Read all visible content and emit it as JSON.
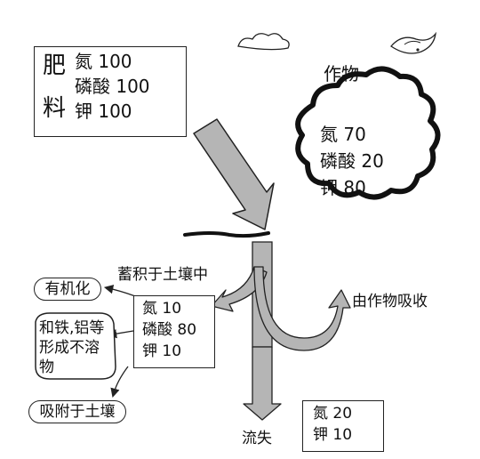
{
  "fertilizer": {
    "title_top": "肥",
    "title_bottom": "料",
    "items": [
      "氮 100",
      "磷酸 100",
      "钾 100"
    ]
  },
  "crop": {
    "title": "作物",
    "items": [
      "氮 70",
      "磷酸 20",
      "钾 80"
    ]
  },
  "soil_storage": {
    "label": "蓄积于土壤中",
    "items": [
      "氮 10",
      "磷酸 80",
      "钾 10"
    ]
  },
  "absorbed_label": "由作物吸收",
  "outcomes": {
    "organic": "有机化",
    "insoluble_line1": "和铁,铝等",
    "insoluble_line2": "形成不溶",
    "insoluble_line3": "物",
    "adsorbed": "吸附于土壤"
  },
  "runoff": {
    "label": "流失",
    "items": [
      "氮 20",
      "钾 10"
    ]
  },
  "colors": {
    "arrow_fill": "#b5b5b5",
    "stroke": "#222222"
  }
}
